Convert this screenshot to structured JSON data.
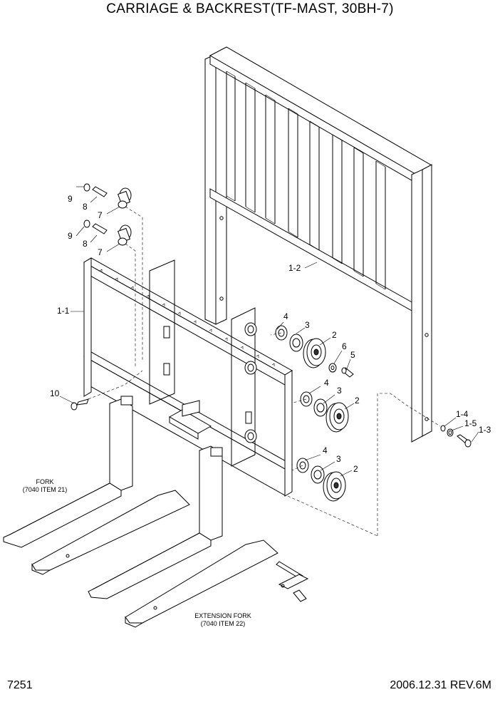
{
  "title": "CARRIAGE & BACKREST(TF-MAST, 30BH-7)",
  "page_number": "7251",
  "revision": "2006.12.31  REV.6M",
  "notes": {
    "fork_line1": "FORK",
    "fork_line2": "(7040 ITEM 21)",
    "ext_line1": "EXTENSION FORK",
    "ext_line2": "(7040 ITEM 22)"
  },
  "callouts": [
    "9",
    "8",
    "7",
    "9",
    "8",
    "7",
    "1-1",
    "1-2",
    "4",
    "3",
    "2",
    "6",
    "5",
    "4",
    "3",
    "2",
    "4",
    "3",
    "2",
    "10",
    "1-4",
    "1-5",
    "1-3"
  ]
}
